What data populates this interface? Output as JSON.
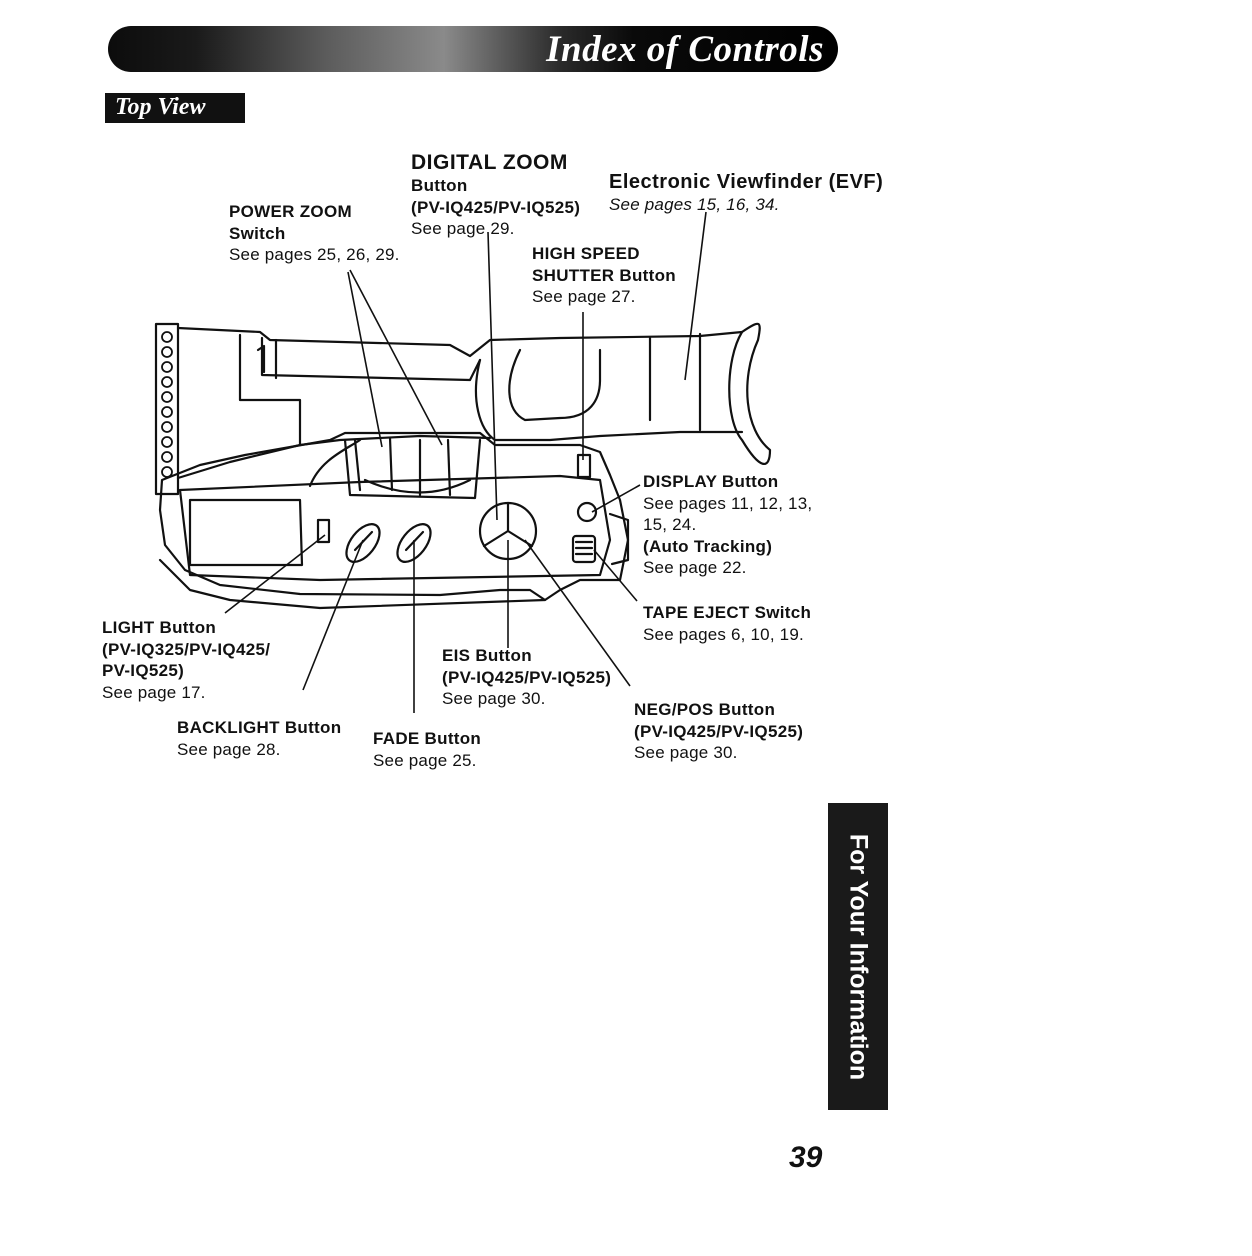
{
  "header": {
    "title": "Index of Controls"
  },
  "section": {
    "title": "Top View"
  },
  "labels": {
    "digital_zoom": {
      "heading": "DIGITAL ZOOM",
      "lines": [
        "Button",
        "(PV-IQ425/PV-IQ525)",
        "See page 29."
      ]
    },
    "evf": {
      "heading": "Electronic Viewfinder (EVF)",
      "lines": [
        "See pages 15, 16, 34."
      ]
    },
    "power_zoom": {
      "lines": [
        "POWER ZOOM",
        "Switch",
        "See pages 25, 26, 29."
      ]
    },
    "high_speed": {
      "lines": [
        "HIGH SPEED",
        "SHUTTER Button",
        "See page 27."
      ]
    },
    "display": {
      "lines": [
        "DISPLAY Button",
        "See pages 11, 12, 13,",
        "15, 24.",
        "(Auto Tracking)",
        "See page 22."
      ]
    },
    "tape_eject": {
      "lines": [
        "TAPE EJECT Switch",
        "See pages 6, 10, 19."
      ]
    },
    "light": {
      "lines": [
        "LIGHT Button",
        "(PV-IQ325/PV-IQ425/",
        "PV-IQ525)",
        "See page 17."
      ]
    },
    "eis": {
      "lines": [
        "EIS Button",
        "(PV-IQ425/PV-IQ525)",
        "See page 30."
      ]
    },
    "neg_pos": {
      "lines": [
        "NEG/POS Button",
        "(PV-IQ425/PV-IQ525)",
        "See page 30."
      ]
    },
    "backlight": {
      "lines": [
        "BACKLIGHT Button",
        "See page 28."
      ]
    },
    "fade": {
      "lines": [
        "FADE Button",
        "See page 25."
      ]
    }
  },
  "side_tab": {
    "label": "For Your Information"
  },
  "page_number": "39"
}
